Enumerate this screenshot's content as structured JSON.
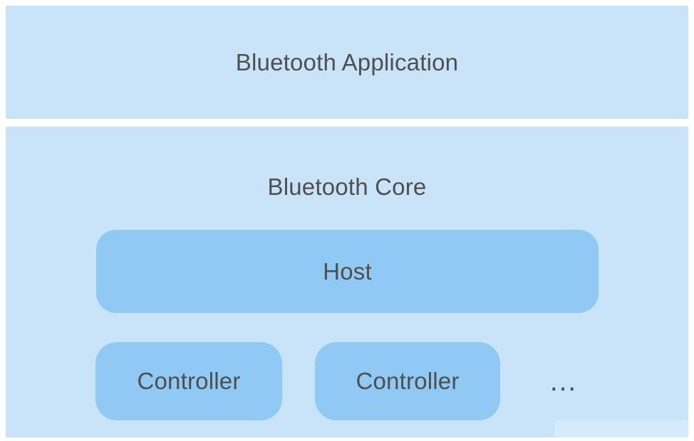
{
  "colors": {
    "canvas_bg": "#ffffff",
    "layer_bg": "#c9e4f9",
    "block_bg": "#90caf4",
    "text": "#4f4f4f",
    "watermark_bg": "rgba(255,255,255,0.22)"
  },
  "diagram": {
    "application_layer": {
      "label": "Bluetooth Application"
    },
    "core_layer": {
      "label": "Bluetooth Core",
      "host": {
        "label": "Host"
      },
      "controllers": [
        {
          "label": "Controller"
        },
        {
          "label": "Controller"
        }
      ],
      "ellipsis": "…"
    }
  }
}
